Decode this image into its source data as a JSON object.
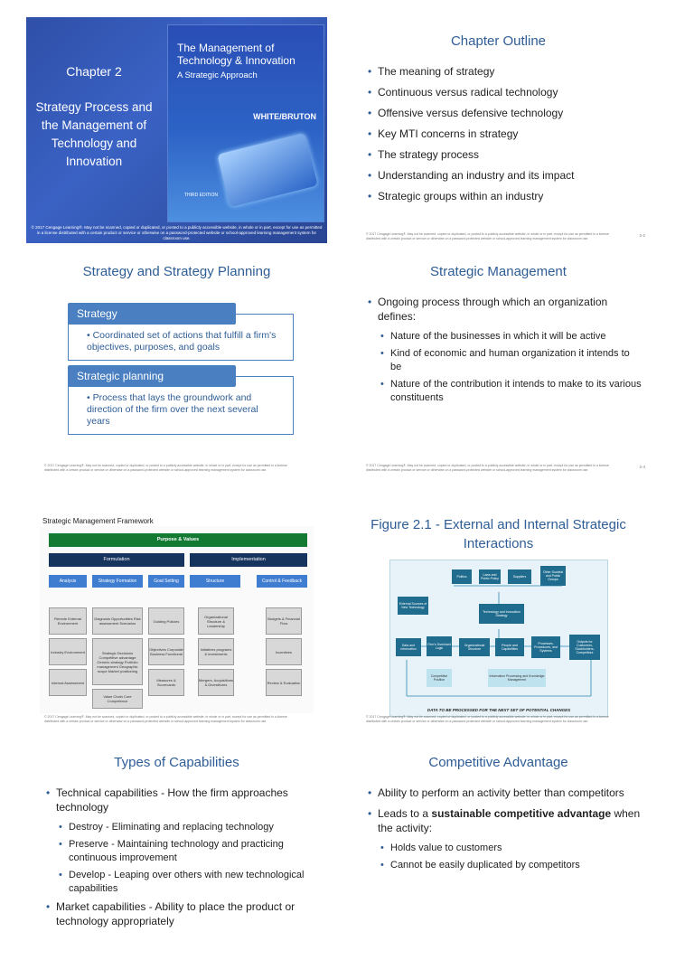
{
  "footer_text": "© 2017 Cengage Learning®. May not be scanned, copied or duplicated, or posted to a publicly accessible website, in whole or in part, except for use as permitted in a license distributed with a certain product or service or otherwise on a password-protected website or school-approved learning management system for classroom use.",
  "slide1": {
    "chapter": "Chapter 2",
    "subtitle": "Strategy Process and the Management of Technology and Innovation",
    "book_title": "The Management of Technology & Innovation",
    "book_subtitle": "A Strategic Approach",
    "book_authors": "WHITE/BRUTON",
    "book_edition": "THIRD EDITION",
    "copyright": "© 2017 Cengage Learning®. May not be scanned, copied or duplicated, or posted to a publicly accessible website, in whole or in part, except for use as permitted in a license distributed with a certain product or service or otherwise on a password-protected website or school-approved learning management system for classroom use."
  },
  "slide2": {
    "title": "Chapter Outline",
    "bullets": [
      "The meaning of strategy",
      "Continuous versus radical technology",
      "Offensive versus defensive technology",
      "Key MTI concerns in strategy",
      "The strategy process",
      "Understanding an industry and its impact",
      "Strategic groups within an industry"
    ],
    "page": "2-2"
  },
  "slide3": {
    "title": "Strategy and Strategy Planning",
    "h1": "Strategy",
    "t1": "Coordinated set of actions that fulfill a firm's objectives, purposes, and goals",
    "h2": "Strategic planning",
    "t2": "Process that lays the groundwork and direction of the firm over the next several years"
  },
  "slide4": {
    "title": "Strategic Management",
    "lead": "Ongoing process through which an organization defines:",
    "subs": [
      "Nature of the businesses in which it will be active",
      "Kind of economic and human organization it intends to be",
      "Nature of the contribution it intends to make to its various constituents"
    ],
    "page": "2-4"
  },
  "slide5": {
    "title": "Strategic Management Framework",
    "purpose": "Purpose & Values",
    "formulation": "Formulation",
    "implementation": "Implementation",
    "steps": [
      "Analysis",
      "Strategy Formation",
      "Goal Setting",
      "Structure",
      "Control & Feedback"
    ],
    "cells": [
      "Remote External Environment",
      "Diagnosis Opportunities Risk assessment Scenarios",
      "Guiding Policies",
      "Organizational Structure & Leadership",
      "Budgets & Financial Flow",
      "Industry Environment",
      "Strategic Decisions Competitive advantage Generic strategy Portfolio management Geographic scope Market positioning",
      "Objectives Corporate Business Functional",
      "Initiatives programs & investments",
      "Incentives",
      "Internal Assessment",
      "Value Chain Core Competence",
      "Measures & Scorecards",
      "Mergers, Acquisitions & Divestitures",
      "Review & Evaluation"
    ]
  },
  "slide6": {
    "title": "Figure 2.1 - External and Internal Strategic Interactions",
    "nodes": {
      "politics": "Politics",
      "laws": "Laws and Public Policy",
      "suppliers": "Suppliers",
      "other": "Other Societal and Public Groups",
      "external_sources": "External Sources of New Technology",
      "tech_strategy": "Technology and Innovation Strategy",
      "data": "Data and Information",
      "firm_logic": "Firm's Dominant Logic",
      "org_structure": "Organizational Structure",
      "people": "People and Capabilities",
      "processes": "Processes, Procedures, and Systems",
      "outputs": "Outputs for Customers, Stockholders, Competitors",
      "competitive": "Competitive Position",
      "info_processing": "Information Processing and Knowledge Management"
    },
    "caption": "DATA TO BE PROCESSED FOR THE NEXT SET OF POTENTIAL CHANGES"
  },
  "slide7": {
    "title": "Types of Capabilities",
    "items": [
      {
        "level": 1,
        "text": "Technical capabilities - How the firm approaches technology"
      },
      {
        "level": 2,
        "text": "Destroy - Eliminating and replacing technology"
      },
      {
        "level": 2,
        "text": "Preserve - Maintaining technology and practicing continuous improvement"
      },
      {
        "level": 2,
        "text": "Develop - Leaping over others with new technological capabilities"
      },
      {
        "level": 1,
        "text": "Market capabilities - Ability to place the product or technology appropriately"
      }
    ]
  },
  "slide8": {
    "title": "Competitive Advantage",
    "b1": "Ability to perform an activity better than competitors",
    "b2_pre": "Leads to a ",
    "b2_bold": "sustainable competitive advantage",
    "b2_post": " when the activity:",
    "subs": [
      "Holds value to customers",
      "Cannot be easily duplicated by competitors"
    ]
  }
}
